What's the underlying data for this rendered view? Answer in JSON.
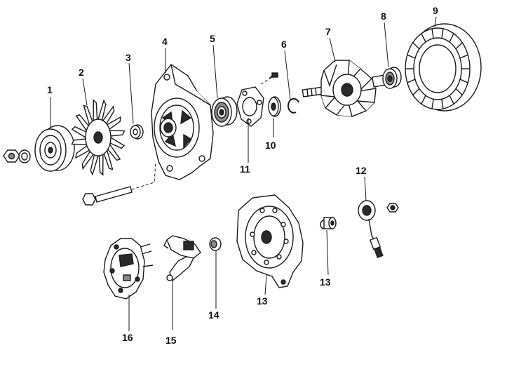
{
  "diagram": {
    "labels": {
      "p1": "1",
      "p2": "2",
      "p3": "3",
      "p4": "4",
      "p5": "5",
      "p6": "6",
      "p7": "7",
      "p8": "8",
      "p9": "9",
      "p10": "10",
      "p11": "11",
      "p12": "12",
      "p13a": "13",
      "p13b": "13",
      "p14": "14",
      "p15": "15",
      "p16": "16"
    }
  }
}
